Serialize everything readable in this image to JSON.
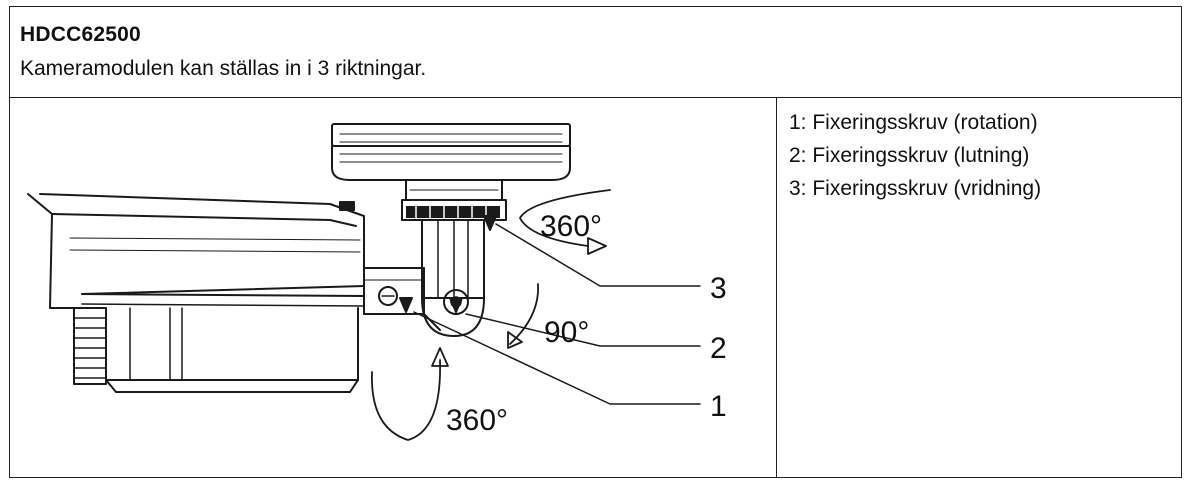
{
  "header": {
    "model": "HDCC62500",
    "subtitle": "Kameramodulen kan ställas in i 3 riktningar."
  },
  "figure": {
    "angle_pan": "360°",
    "angle_tilt": "90°",
    "angle_rotate": "360°",
    "callout_3": "3",
    "callout_2": "2",
    "callout_1": "1"
  },
  "legend": [
    {
      "text": "1: Fixeringsskruv (rotation)"
    },
    {
      "text": "2: Fixeringsskruv (lutning)"
    },
    {
      "text": "3: Fixeringsskruv (vridning)"
    }
  ]
}
